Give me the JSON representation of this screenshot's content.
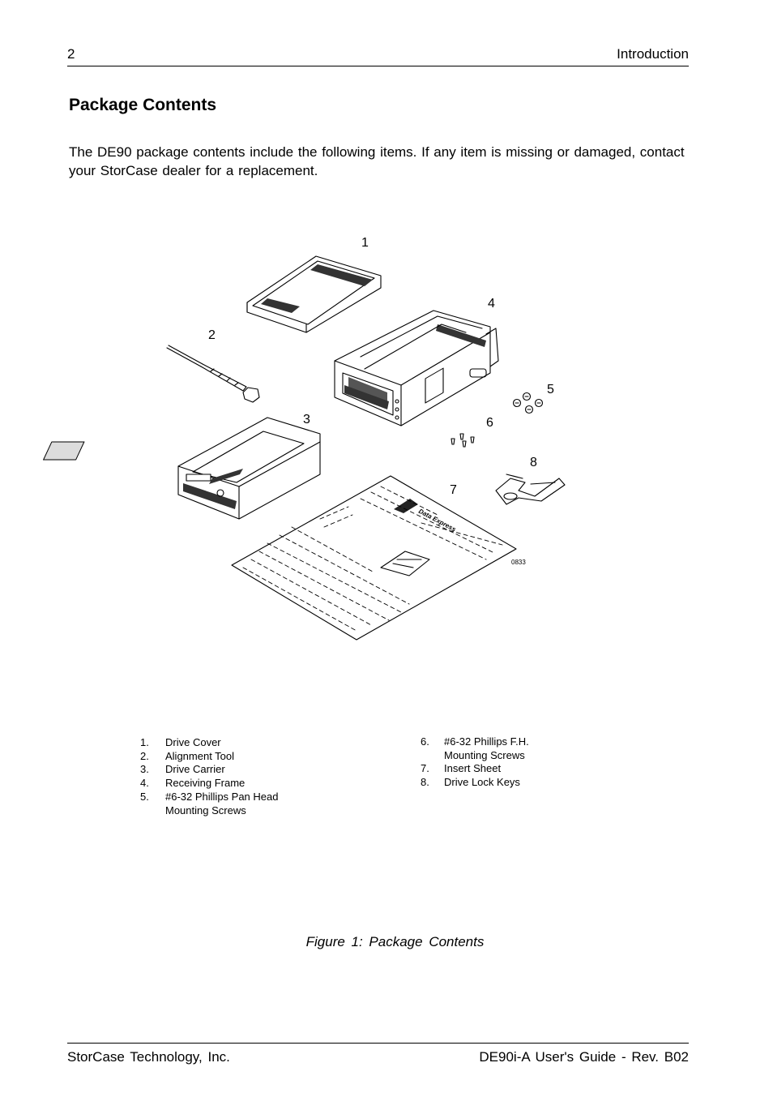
{
  "header": {
    "page_number": "2",
    "section": "Introduction"
  },
  "title": "Package Contents",
  "intro": "The DE90 package contents include the following items.  If any item is missing or damaged, contact your StorCase dealer for a replacement.",
  "figure": {
    "callouts": [
      "1",
      "2",
      "3",
      "4",
      "5",
      "6",
      "7",
      "8"
    ],
    "drawing_number": "0833",
    "sheet_label": "Data Express",
    "caption": "Figure  1:  Package  Contents"
  },
  "legend": {
    "left": [
      {
        "num": "1.",
        "text": "Drive Cover"
      },
      {
        "num": "2.",
        "text": "Alignment Tool"
      },
      {
        "num": "3.",
        "text": "Drive Carrier"
      },
      {
        "num": "4.",
        "text": "Receiving Frame"
      },
      {
        "num": "5.",
        "text": "#6-32 Phillips Pan Head",
        "text2": "Mounting Screws"
      }
    ],
    "right": [
      {
        "num": "6.",
        "text": "#6-32 Phillips F.H.",
        "text2": "Mounting Screws"
      },
      {
        "num": "7.",
        "text": "Insert Sheet"
      },
      {
        "num": "8.",
        "text": "Drive Lock Keys"
      }
    ]
  },
  "footer": {
    "company": "StorCase Technology, Inc.",
    "doc": "DE90i-A User's Guide - Rev. B02"
  }
}
